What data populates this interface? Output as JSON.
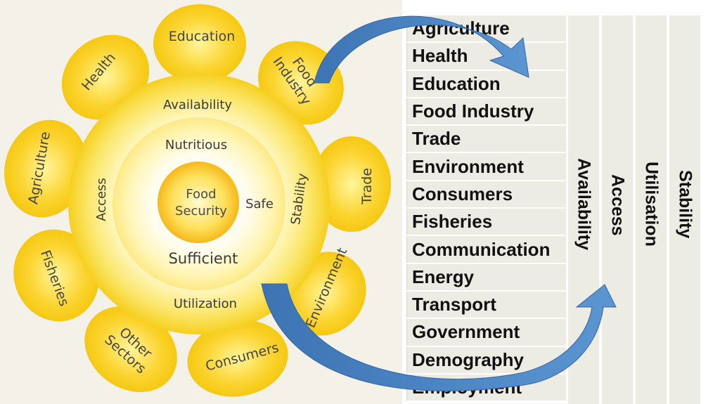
{
  "flower": {
    "petals": [
      "Education",
      "Food Industry",
      "Trade",
      "Environment",
      "Consumers",
      "Other Sectors",
      "Fisheries",
      "Agriculture",
      "Health"
    ],
    "outer_ring": {
      "top": "Availability",
      "left": "Access",
      "right": "Stability",
      "bottom": "Utilization"
    },
    "inner_ring": {
      "top": "Nutritious",
      "right": "Safe",
      "bottom": "Sufficient"
    },
    "center": [
      "Food",
      "Security"
    ]
  },
  "sectors": [
    "Agriculture",
    "Health",
    "Education",
    "Food Industry",
    "Trade",
    "Environment",
    "Consumers",
    "Fisheries",
    "Communication",
    "Energy",
    "Transport",
    "Government",
    "Demography",
    "Employment"
  ],
  "dimensions": [
    "Availability",
    "Access",
    "Utilisation",
    "Stability"
  ],
  "colors": {
    "petal": "#f6c91a",
    "panel": "#f4f1e9",
    "arrow": "#4b86c6",
    "table": "#ecebe4"
  }
}
